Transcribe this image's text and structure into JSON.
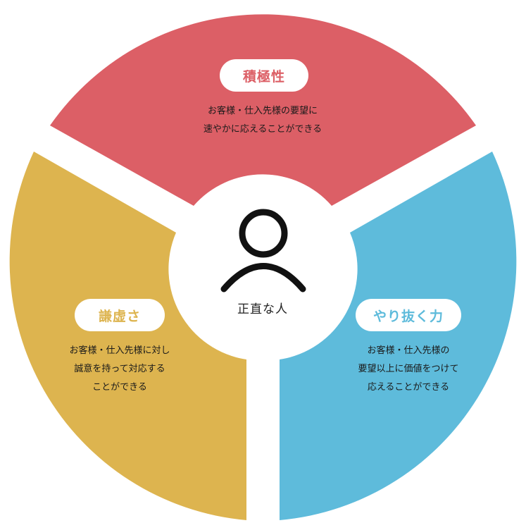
{
  "colors": {
    "red": "#dc5f66",
    "yellow": "#ddb44f",
    "blue": "#5ebbdb",
    "center": "#ffffff",
    "person": "#111111"
  },
  "center": {
    "icon": "person-icon",
    "label": "正直な人"
  },
  "segments": {
    "top": {
      "title": "積極性",
      "lines": [
        "お客様・仕入先様の要望に",
        "速やかに応えることができる"
      ]
    },
    "left": {
      "title": "謙虚さ",
      "lines": [
        "お客様・仕入先様に対し",
        "誠意を持って対応する",
        "ことができる"
      ]
    },
    "right": {
      "title": "やり抜く力",
      "lines": [
        "お客様・仕入先様の",
        "要望以上に価値をつけて",
        "応えることができる"
      ]
    }
  }
}
